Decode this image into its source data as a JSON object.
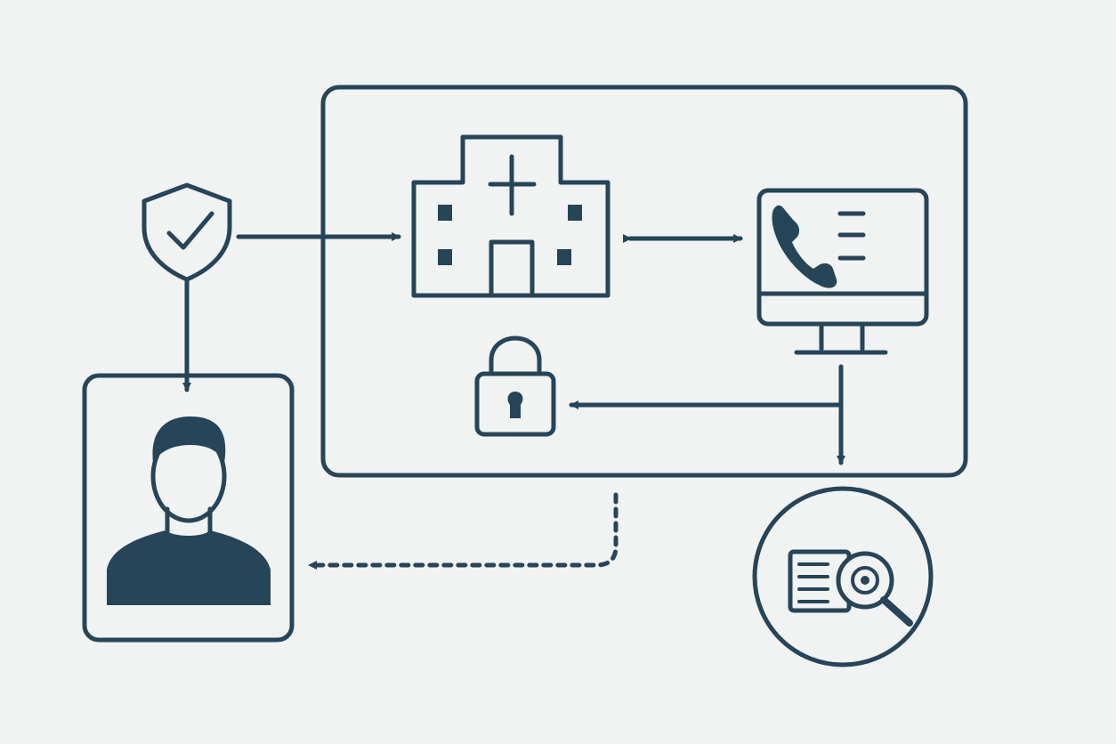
{
  "colors": {
    "ink": "#264559",
    "background": "#f1f2f2"
  },
  "nodes": [
    {
      "id": "verification",
      "icon": "shield-check-icon"
    },
    {
      "id": "hospital",
      "icon": "hospital-icon"
    },
    {
      "id": "telehealth-monitor",
      "icon": "monitor-phone-icon"
    },
    {
      "id": "secure-data",
      "icon": "padlock-icon"
    },
    {
      "id": "audit-review",
      "icon": "magnifier-document-icon"
    },
    {
      "id": "patient",
      "icon": "person-icon"
    }
  ],
  "groups": [
    {
      "id": "care-system",
      "contains": [
        "hospital",
        "telehealth-monitor",
        "secure-data"
      ]
    }
  ],
  "connections": [
    {
      "from": "verification",
      "to": "hospital",
      "style": "solid",
      "direction": "forward"
    },
    {
      "from": "verification",
      "to": "patient",
      "style": "solid",
      "direction": "forward"
    },
    {
      "from": "hospital",
      "to": "telehealth-monitor",
      "style": "solid",
      "direction": "both"
    },
    {
      "from": "telehealth-monitor",
      "to": "secure-data",
      "style": "solid",
      "direction": "forward"
    },
    {
      "from": "telehealth-monitor",
      "to": "audit-review",
      "style": "solid",
      "direction": "forward"
    },
    {
      "from": "care-system",
      "to": "patient",
      "style": "dashed",
      "direction": "forward"
    }
  ]
}
